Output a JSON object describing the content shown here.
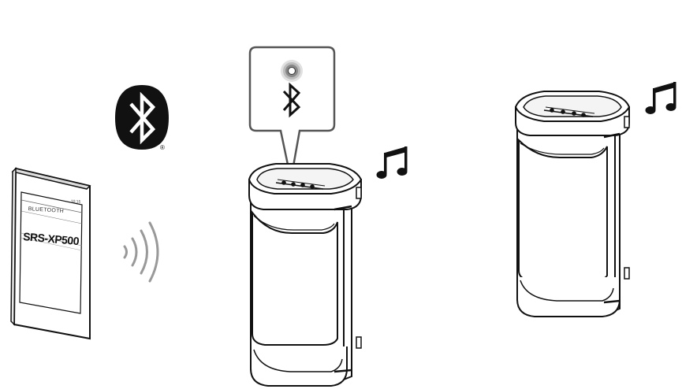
{
  "phone": {
    "screen_header": "BLUETOOTH",
    "device_name": "SRS-XP500",
    "status_time": "10:15"
  },
  "bluetooth_logo": {
    "registered_mark": "®"
  },
  "icons": {
    "bluetooth_logo": "bluetooth-logo-icon",
    "wireless_waves": "wireless-signal-icon",
    "indicator_light": "indicator-light-icon",
    "bluetooth_symbol": "bluetooth-icon",
    "music_note": "music-note-icon"
  },
  "colors": {
    "line": "#111111",
    "waves": "#999999",
    "callout_border": "#555555",
    "light_glow": "#888888"
  }
}
